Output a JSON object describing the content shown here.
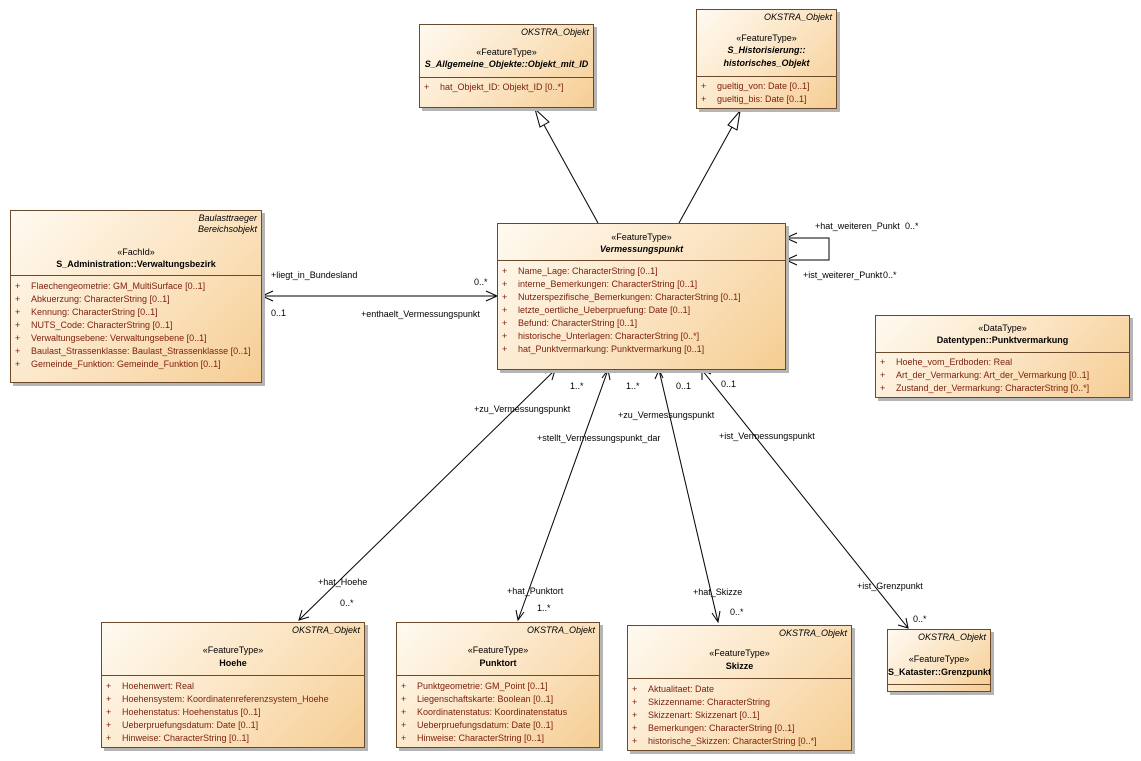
{
  "classes": {
    "objekt_mit_id": {
      "tags": [
        "OKSTRA_Objekt"
      ],
      "stereotype": "«FeatureType»",
      "name": "S_Allgemeine_Objekte::Objekt_mit_ID",
      "attributes": [
        "hat_Objekt_ID: Objekt_ID [0..*]"
      ]
    },
    "historisches_objekt": {
      "tags": [
        "OKSTRA_Objekt"
      ],
      "stereotype": "«FeatureType»",
      "name_line1": "S_Historisierung::",
      "name_line2": "historisches_Objekt",
      "attributes": [
        "gueltig_von: Date [0..1]",
        "gueltig_bis: Date [0..1]"
      ]
    },
    "verwaltungsbezirk": {
      "tags": [
        "Baulasttraeger",
        "Bereichsobjekt"
      ],
      "stereotype": "«FachId»",
      "name": "S_Administration::Verwaltungsbezirk",
      "attributes": [
        "Flaechengeometrie: GM_MultiSurface [0..1]",
        "Abkuerzung: CharacterString [0..1]",
        "Kennung: CharacterString [0..1]",
        "NUTS_Code: CharacterString [0..1]",
        "Verwaltungsebene: Verwaltungsebene [0..1]",
        "Baulast_Strassenklasse: Baulast_Strassenklasse [0..1]",
        "Gemeinde_Funktion: Gemeinde_Funktion [0..1]"
      ]
    },
    "vermessungspunkt": {
      "stereotype": "«FeatureType»",
      "name": "Vermessungspunkt",
      "attributes": [
        "Name_Lage: CharacterString [0..1]",
        "interne_Bemerkungen: CharacterString [0..1]",
        "Nutzerspezifische_Bemerkungen: CharacterString [0..1]",
        "letzte_oertliche_Ueberpruefung: Date [0..1]",
        "Befund: CharacterString [0..1]",
        "historische_Unterlagen: CharacterString [0..*]",
        "hat_Punktvermarkung: Punktvermarkung [0..1]"
      ]
    },
    "punktvermarkung": {
      "stereotype": "«DataType»",
      "name": "Datentypen::Punktvermarkung",
      "attributes": [
        "Hoehe_vom_Erdboden: Real",
        "Art_der_Vermarkung: Art_der_Vermarkung [0..1]",
        "Zustand_der_Vermarkung: CharacterString [0..*]"
      ]
    },
    "hoehe": {
      "tags": [
        "OKSTRA_Objekt"
      ],
      "stereotype": "«FeatureType»",
      "name": "Hoehe",
      "attributes": [
        "Hoehenwert: Real",
        "Hoehensystem: Koordinatenreferenzsystem_Hoehe",
        "Hoehenstatus: Hoehenstatus [0..1]",
        "Ueberpruefungsdatum: Date [0..1]",
        "Hinweise: CharacterString [0..1]"
      ]
    },
    "punktort": {
      "tags": [
        "OKSTRA_Objekt"
      ],
      "stereotype": "«FeatureType»",
      "name": "Punktort",
      "attributes": [
        "Punktgeometrie: GM_Point [0..1]",
        "Liegenschaftskarte: Boolean [0..1]",
        "Koordinatenstatus: Koordinatenstatus",
        "Ueberpruefungsdatum: Date [0..1]",
        "Hinweise: CharacterString [0..1]"
      ]
    },
    "skizze": {
      "tags": [
        "OKSTRA_Objekt"
      ],
      "stereotype": "«FeatureType»",
      "name": "Skizze",
      "attributes": [
        "Aktualitaet: Date",
        "Skizzenname: CharacterString",
        "Skizzenart: Skizzenart [0..1]",
        "Bemerkungen: CharacterString [0..1]",
        "historische_Skizzen: CharacterString [0..*]"
      ]
    },
    "grenzpunkt": {
      "tags": [
        "OKSTRA_Objekt"
      ],
      "stereotype": "«FeatureType»",
      "name": "S_Kataster::Grenzpunkt"
    }
  },
  "associations": {
    "self_ref": {
      "role1": "+hat_weiteren_Punkt",
      "mult1": "0..*",
      "role2": "+ist_weiterer_Punkt",
      "mult2": "0..*"
    },
    "bezirk": {
      "role1": "+liegt_in_Bundesland",
      "mult1": "0..1",
      "role2": "+enthaelt_Vermessungspunkt",
      "mult2": "0..*"
    },
    "hoehe": {
      "role_top": "+zu_Vermessungspunkt",
      "mult_top": "1..*",
      "role_bottom": "+hat_Hoehe",
      "mult_bottom": "0..*"
    },
    "punktort": {
      "role_top": "+stellt_Vermessungspunkt_dar",
      "mult_top": "1..*",
      "role_bottom": "+hat_Punktort",
      "mult_bottom": "1..*"
    },
    "skizze": {
      "role_top": "+zu_Vermessungspunkt",
      "mult_top": "0..1",
      "role_bottom": "+hat_Skizze",
      "mult_bottom": "0..*"
    },
    "grenzpunkt": {
      "role_top": "+ist_Vermessungspunkt",
      "mult_top": "0..1",
      "role_bottom": "+ist_Grenzpunkt",
      "mult_bottom": "0..*"
    }
  },
  "colors": {
    "attribute_text": "#7a1e0b",
    "box_border": "#6b4a2b",
    "box_fill_light": "#fffaf1",
    "box_fill_dark": "#f5cd93"
  }
}
